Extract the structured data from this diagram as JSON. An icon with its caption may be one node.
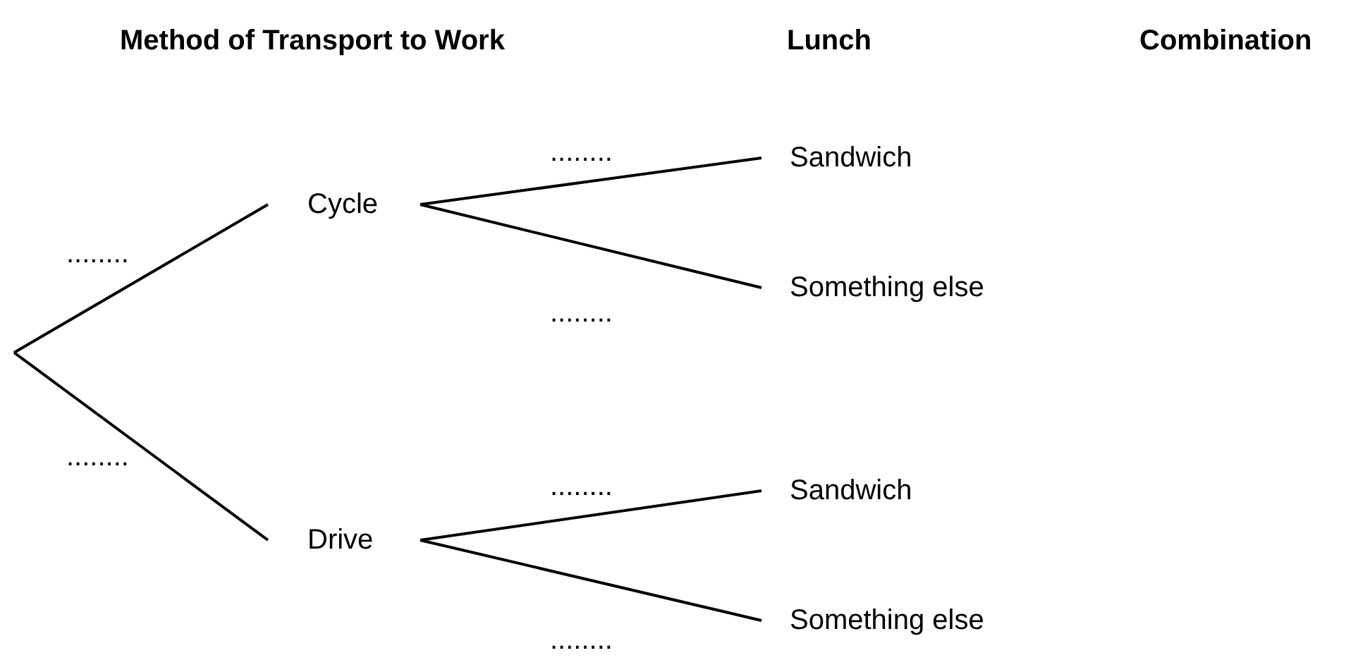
{
  "diagram": {
    "nodes": [
      {
        "text": [
          "Cycle"
        ]
      },
      {
        "text": [
          "Drive"
        ]
      },
      {
        "text": [
          "Sandwich"
        ]
      },
      {
        "text": [
          "Something else"
        ]
      },
      {
        "text": [
          "Sandwich"
        ]
      },
      {
        "text": [
          "Something else"
        ]
      }
    ],
    "edges": [
      {
        "from": null,
        "to": 0,
        "arrow": "none",
        "label": "........"
      },
      {
        "from": null,
        "to": 1,
        "arrow": "none",
        "label": "........"
      },
      {
        "from": 0,
        "to": 2,
        "arrow": "none",
        "label": "........"
      },
      {
        "from": 0,
        "to": 3,
        "arrow": "none",
        "label": "........"
      },
      {
        "from": 1,
        "to": 4,
        "arrow": "none",
        "label": "........"
      },
      {
        "from": 1,
        "to": 5,
        "arrow": "none",
        "label": "........"
      }
    ],
    "labels": [
      "Method of Transport to Work",
      "Lunch",
      "Combination"
    ]
  }
}
